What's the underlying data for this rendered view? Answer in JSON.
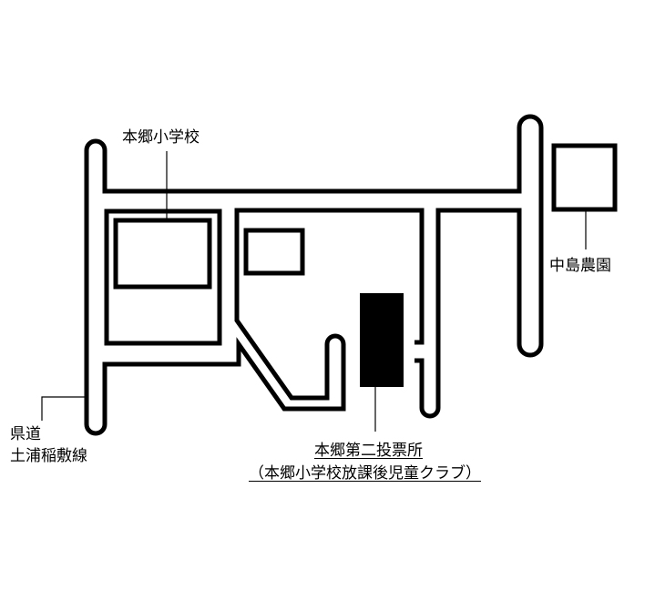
{
  "map": {
    "background": "#ffffff",
    "ink": "#000000",
    "labels": {
      "school": "本郷小学校",
      "farm": "中島農園",
      "prefectural_road_line1": "県道",
      "prefectural_road_line2": "土浦稲敷線",
      "polling_station_line1": "本郷第二投票所",
      "polling_station_line2": "（本郷小学校放課後児童クラブ）"
    },
    "landmarks": [
      {
        "name": "本郷小学校",
        "type": "building-outline"
      },
      {
        "name": "中島農園",
        "type": "building-outline"
      },
      {
        "name": "本郷第二投票所",
        "type": "highlighted-building"
      }
    ]
  }
}
